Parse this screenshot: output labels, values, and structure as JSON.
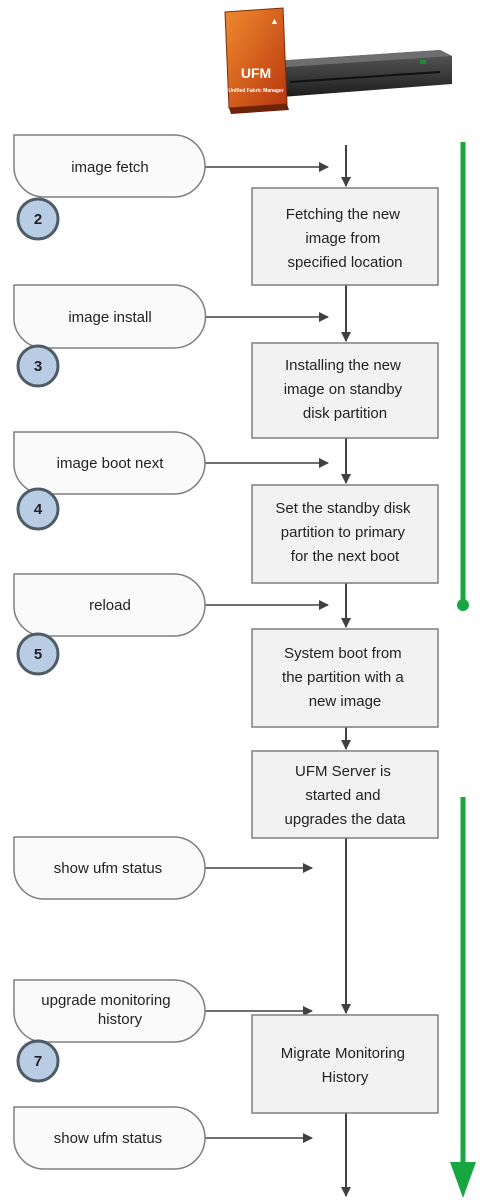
{
  "product": {
    "title": "UFM",
    "subtitle": "Unified Fabric Manager"
  },
  "commands": [
    {
      "label": "image fetch"
    },
    {
      "label": "image install"
    },
    {
      "label": "image boot next"
    },
    {
      "label": "reload"
    },
    {
      "label": "show ufm status"
    },
    {
      "label": "upgrade monitoring history"
    },
    {
      "label": "show ufm status"
    }
  ],
  "steps": [
    "2",
    "3",
    "4",
    "5",
    "7"
  ],
  "process_boxes": [
    {
      "lines": [
        "Fetching the new",
        "image from",
        "specified location"
      ]
    },
    {
      "lines": [
        "Installing the new",
        "image on standby",
        "disk partition"
      ]
    },
    {
      "lines": [
        "Set the standby disk",
        "partition to primary",
        "for the next boot"
      ]
    },
    {
      "lines": [
        "System boot from",
        "the partition with a",
        "new image"
      ]
    },
    {
      "lines": [
        "UFM Server is",
        "started and",
        "upgrades the data"
      ]
    },
    {
      "lines": [
        "Migrate Monitoring",
        "History"
      ]
    }
  ],
  "colors": {
    "box_fill": "#f2f2f2",
    "box_stroke": "#7f7f7f",
    "pill_fill": "#fafafa",
    "step_fill": "#b8cce4",
    "step_stroke": "#4f5b66",
    "progress_arrow": "#18a640",
    "flow_line": "#404040",
    "logo_orange": "#d9581c"
  }
}
